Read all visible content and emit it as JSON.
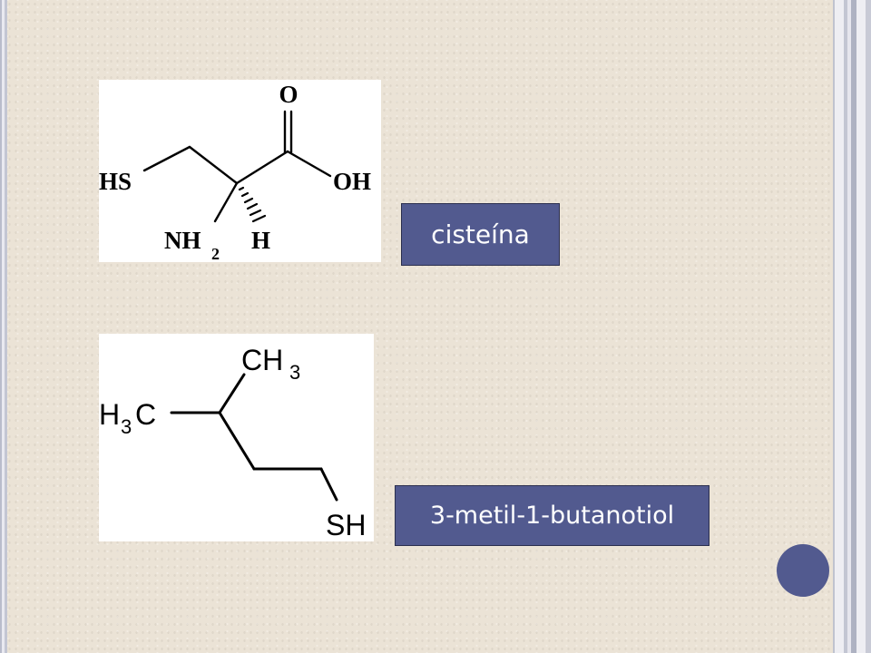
{
  "slide": {
    "structures": {
      "cysteine": {
        "atoms": {
          "o_top": "O",
          "oh": "OH",
          "hs": "HS",
          "nh": "NH",
          "nh_sub": "2",
          "h": "H"
        }
      },
      "methylbutanethiol": {
        "atoms": {
          "ch3_top": "CH",
          "ch3_top_sub": "3",
          "h3c_h": "H",
          "h3c_sub": "3",
          "h3c_c": "C",
          "sh": "SH"
        }
      }
    },
    "labels": {
      "cysteine": "cisteína",
      "methylbutanethiol": "3-metil-1-butanotiol"
    },
    "colors": {
      "label_bg": "#525a8f",
      "label_text": "#ffffff",
      "background": "#ebe3d6",
      "nav_circle": "#525a8f"
    }
  }
}
